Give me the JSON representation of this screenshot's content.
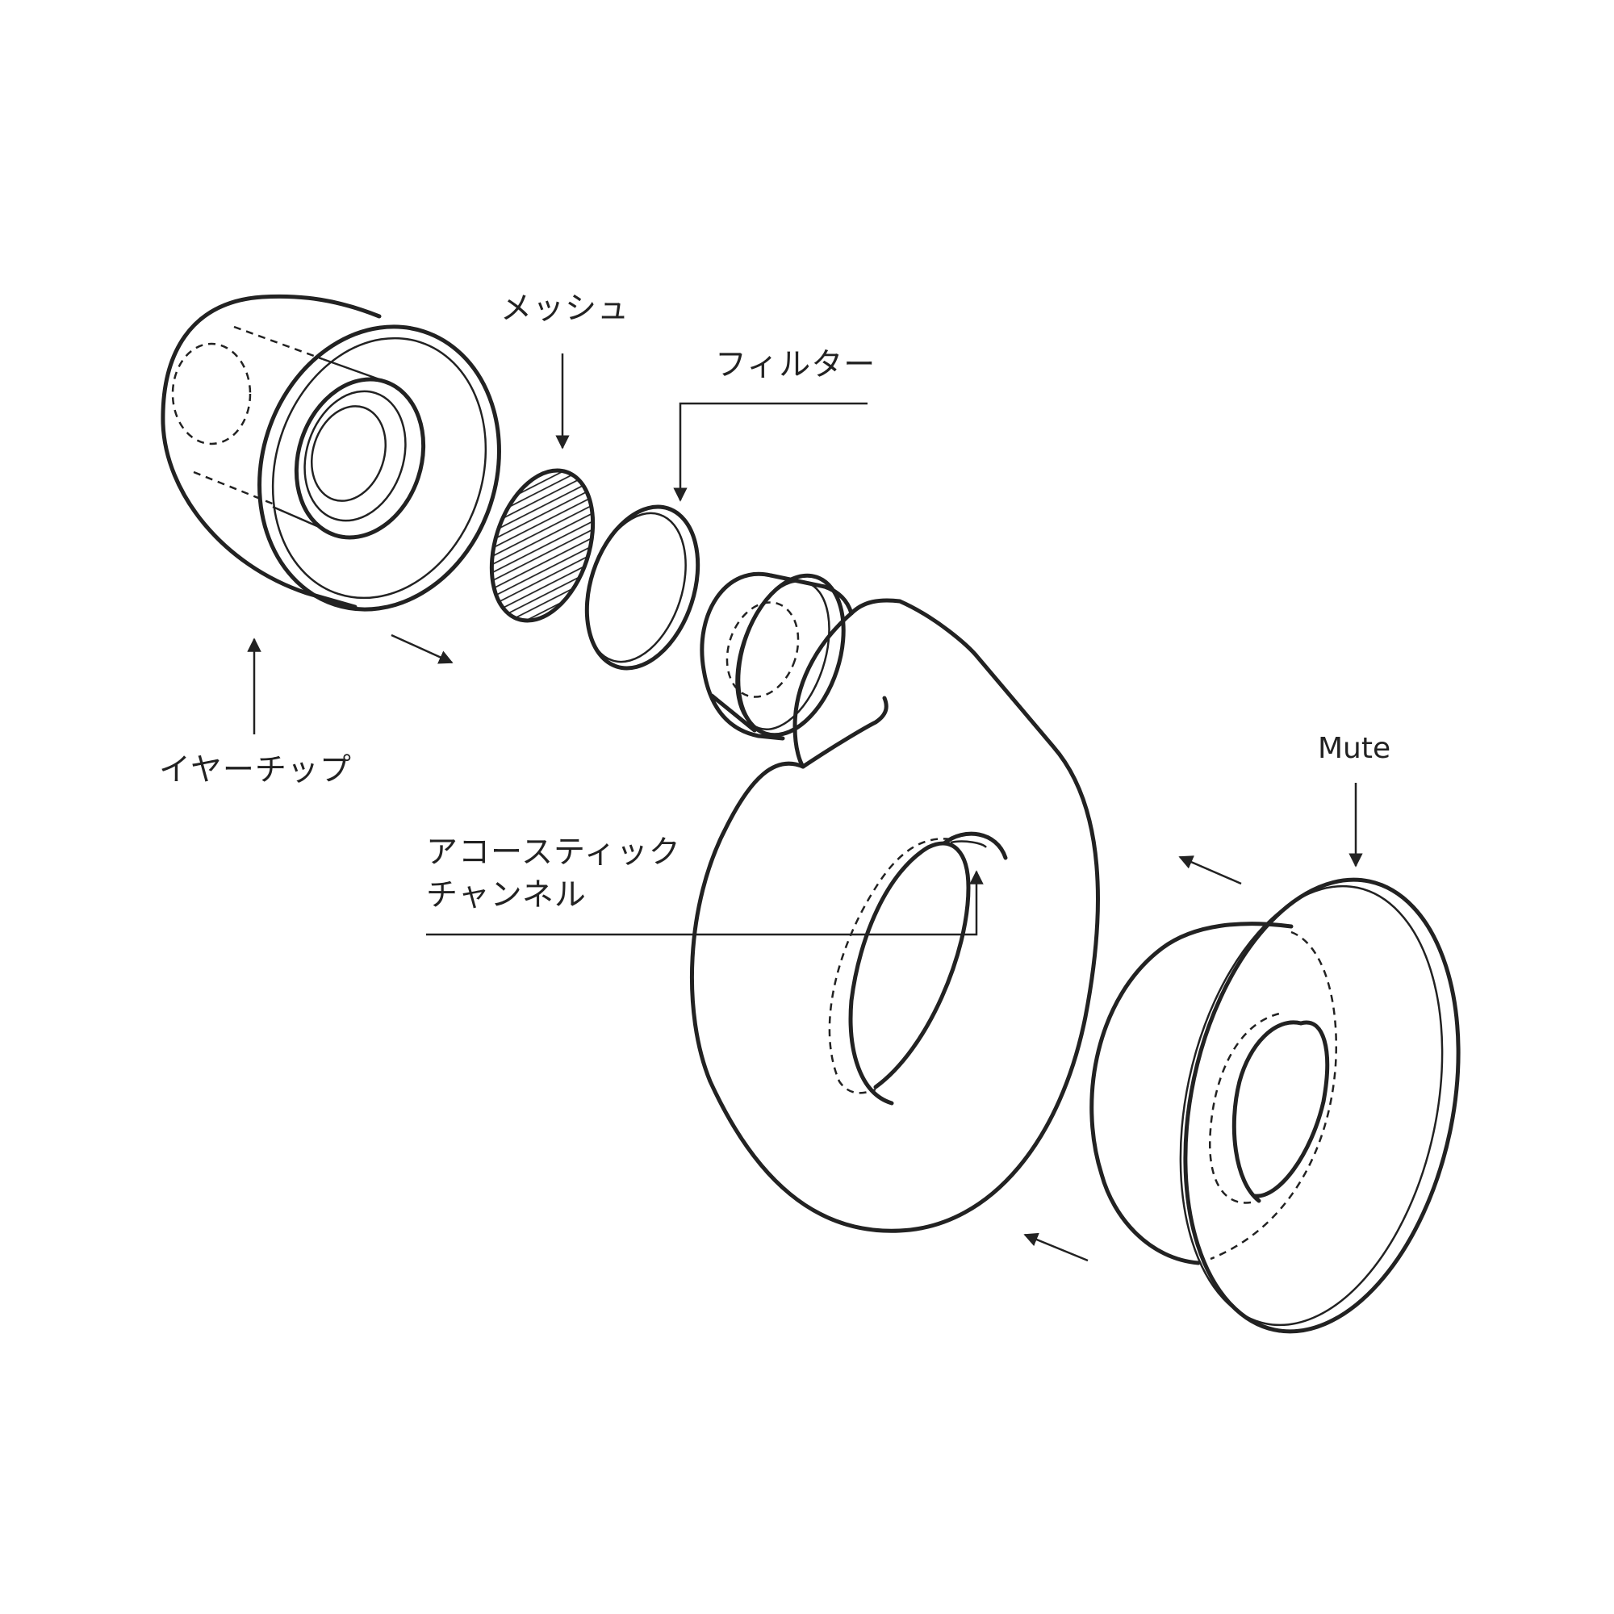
{
  "labels": {
    "mesh": "メッシュ",
    "filter": "フィルター",
    "eartip": "イヤーチップ",
    "acoustic_line1": "アコースティック",
    "acoustic_line2": "チャンネル",
    "mute": "Mute"
  },
  "colors": {
    "stroke": "#222222",
    "background": "#ffffff"
  }
}
